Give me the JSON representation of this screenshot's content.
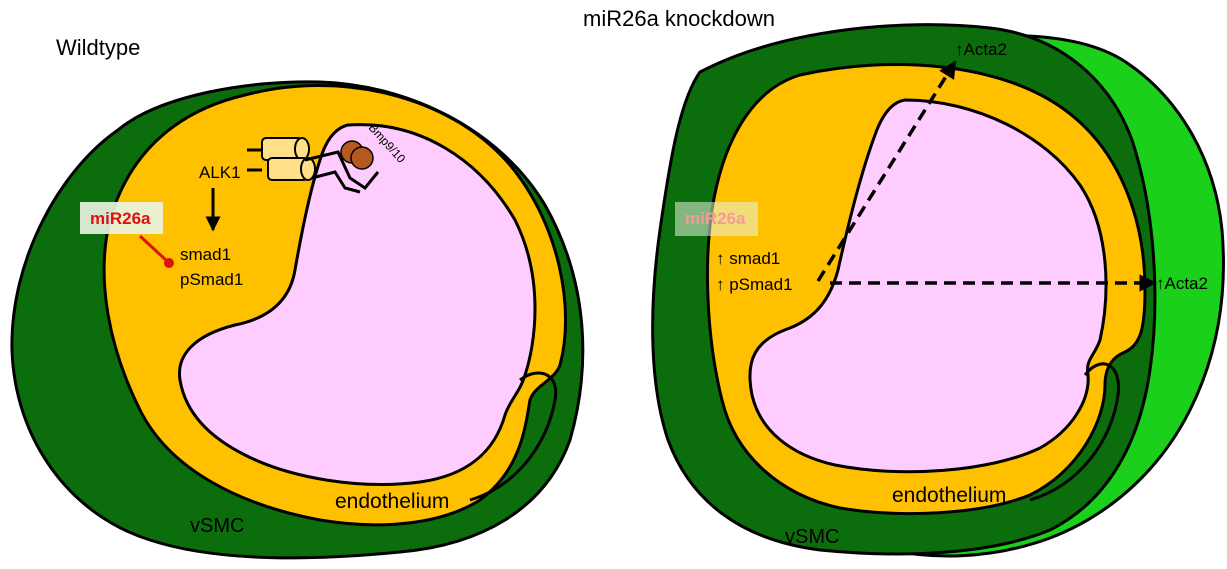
{
  "panels": {
    "wildtype": {
      "title": "Wildtype",
      "mirna": "miR26a",
      "receptor": "ALK1",
      "ligand": "Bmp9/10",
      "smad1": "smad1",
      "psmad1": "pSmad1",
      "endothelium": "endothelium",
      "vsmc": "vSMC"
    },
    "knockdown": {
      "title": "miR26a knockdown",
      "mirna": "miR26a",
      "smad1": "↑ smad1",
      "psmad1": "↑ pSmad1",
      "acta2_top": "↑Acta2",
      "acta2_right": "↑Acta2",
      "endothelium": "endothelium",
      "vsmc": "vSMC"
    }
  },
  "colors": {
    "vsmc_dark": "#0b6d0b",
    "vsmc_bright": "#1ad01a",
    "endothelium": "#ffc000",
    "lumen": "#ffccff",
    "mirna_active": "#e01010",
    "mirna_faded": "#f59a9a",
    "label_box": "#e8f4df",
    "receptor": "#ffe089",
    "ligand": "#b45a1f"
  }
}
